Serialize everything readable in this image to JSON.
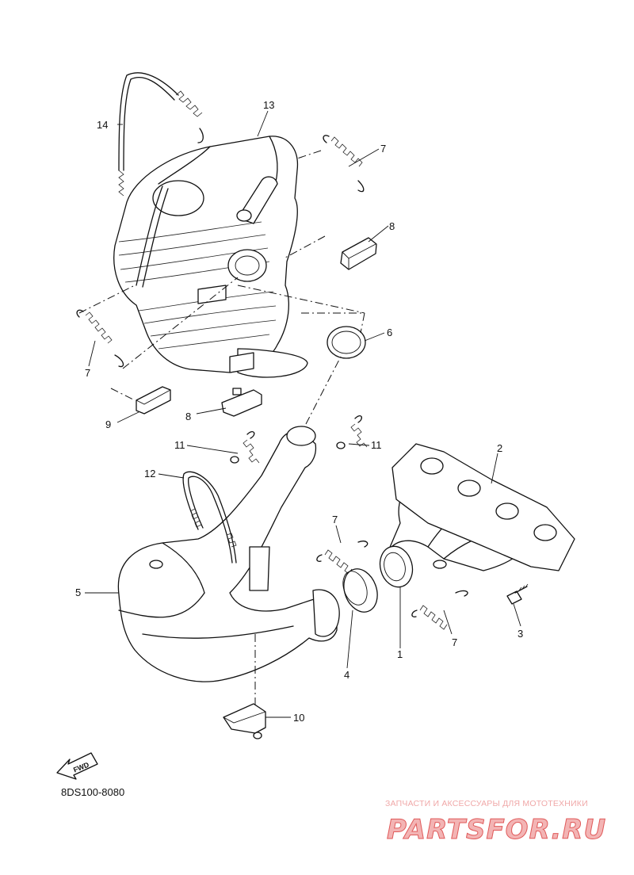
{
  "catalog_code": "8DS100-8080",
  "fwd_label": "FWD",
  "watermark": {
    "tagline": "ЗАПЧАСТИ И АКСЕССУАРЫ ДЛЯ МОТОТЕХНИКИ",
    "logo": "PARTSFOR.RU",
    "color": "#e05a5a"
  },
  "callouts": [
    {
      "id": "c1",
      "text": "1"
    },
    {
      "id": "c2",
      "text": "2"
    },
    {
      "id": "c3",
      "text": "3"
    },
    {
      "id": "c4",
      "text": "4"
    },
    {
      "id": "c5",
      "text": "5"
    },
    {
      "id": "c6",
      "text": "6"
    },
    {
      "id": "c7a",
      "text": "7"
    },
    {
      "id": "c7b",
      "text": "7"
    },
    {
      "id": "c7c",
      "text": "7"
    },
    {
      "id": "c7d",
      "text": "7"
    },
    {
      "id": "c8a",
      "text": "8"
    },
    {
      "id": "c8b",
      "text": "8"
    },
    {
      "id": "c9",
      "text": "9"
    },
    {
      "id": "c10",
      "text": "10"
    },
    {
      "id": "c11a",
      "text": "11"
    },
    {
      "id": "c11b",
      "text": "11"
    },
    {
      "id": "c12",
      "text": "12"
    },
    {
      "id": "c13",
      "text": "13"
    },
    {
      "id": "c14",
      "text": "14"
    }
  ]
}
